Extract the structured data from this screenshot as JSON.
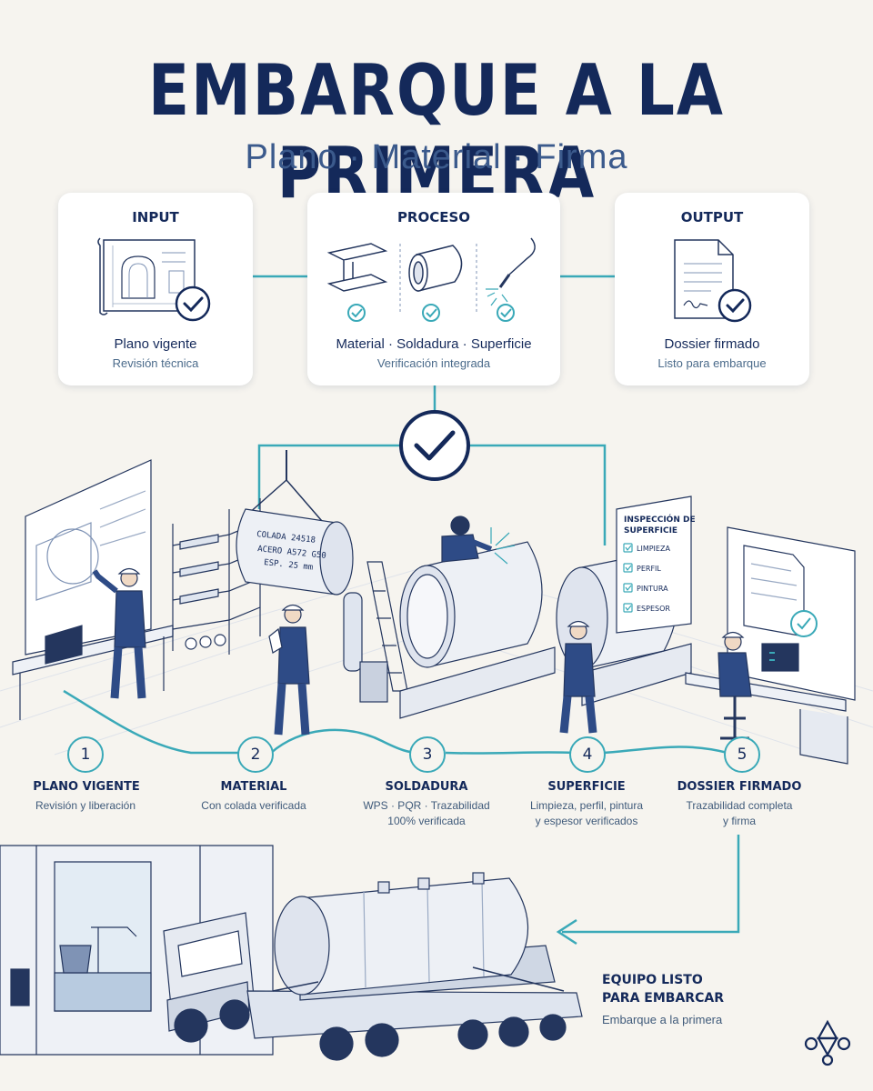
{
  "header": {
    "title": "EMBARQUE A LA PRIMERA",
    "subtitle": "Plano · Material · Firma"
  },
  "cards": {
    "input": {
      "head": "INPUT",
      "title": "Plano vigente",
      "subtitle": "Revisión técnica"
    },
    "proceso": {
      "head": "PROCESO",
      "title": "Material · Soldadura · Superficie",
      "subtitle": "Verificación integrada"
    },
    "output": {
      "head": "OUTPUT",
      "title": "Dossier firmado",
      "subtitle": "Listo para embarque"
    }
  },
  "tank_marking": {
    "line1": "COLADA 24518",
    "line2": "ACERO A572 G50",
    "line3": "ESP. 25 mm"
  },
  "inspection_board": {
    "title_line1": "INSPECCIÓN DE",
    "title_line2": "SUPERFICIE",
    "items": [
      "LIMPIEZA",
      "PERFIL",
      "PINTURA",
      "ESPESOR"
    ]
  },
  "steps": [
    {
      "number": "1",
      "label": "PLANO VIGENTE",
      "desc_line1": "Revisión y liberación",
      "desc_line2": ""
    },
    {
      "number": "2",
      "label": "MATERIAL",
      "desc_line1": "Con colada verificada",
      "desc_line2": ""
    },
    {
      "number": "3",
      "label": "SOLDADURA",
      "desc_line1": "WPS · PQR · Trazabilidad",
      "desc_line2": "100% verificada"
    },
    {
      "number": "4",
      "label": "SUPERFICIE",
      "desc_line1": "Limpieza, perfil, pintura",
      "desc_line2": "y espesor verificados"
    },
    {
      "number": "5",
      "label": "DOSSIER FIRMADO",
      "desc_line1": "Trazabilidad completa",
      "desc_line2": "y firma"
    }
  ],
  "final": {
    "title_line1": "EQUIPO LISTO",
    "title_line2": "PARA EMBARCAR",
    "subtitle": "Embarque a la primera"
  },
  "colors": {
    "navy": "#14295a",
    "teal": "#3aa9b8",
    "background": "#f6f4ef"
  }
}
